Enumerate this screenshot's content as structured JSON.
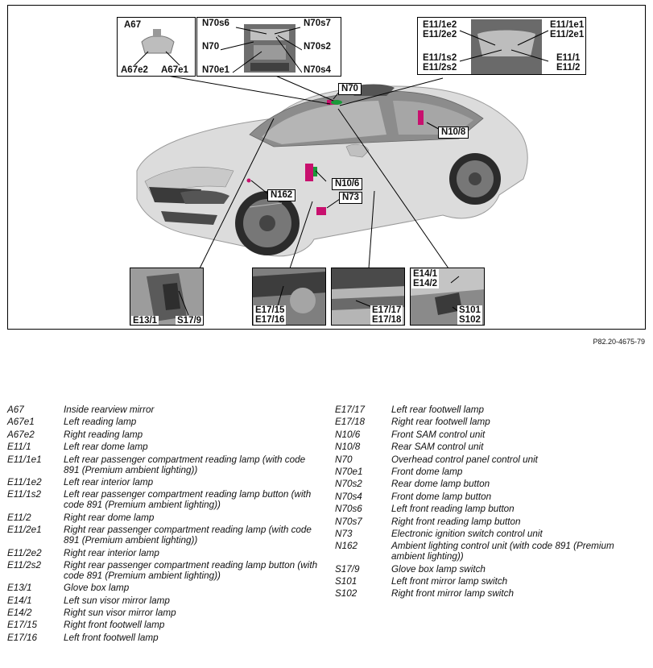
{
  "figure": {
    "reference": "P82.20-4675-79",
    "callouts": {
      "a67": "A67",
      "a67e2": "A67e2",
      "a67e1": "A67e1",
      "n70s6": "N70s6",
      "n70s7": "N70s7",
      "n70": "N70",
      "n70s2": "N70s2",
      "n70e1": "N70e1",
      "n70s4": "N70s4",
      "e11_1e2": "E11/1e2",
      "e11_2e2": "E11/2e2",
      "e11_1e1": "E11/1e1",
      "e11_2e1": "E11/2e1",
      "e11_1s2": "E11/1s2",
      "e11_2s2": "E11/2s2",
      "e11_1": "E11/1",
      "e11_2": "E11/2",
      "n70_car": "N70",
      "n10_8": "N10/8",
      "n10_6": "N10/6",
      "n162": "N162",
      "n73": "N73",
      "e13_1": "E13/1",
      "s17_9": "S17/9",
      "e17_15": "E17/15",
      "e17_16": "E17/16",
      "e17_17": "E17/17",
      "e17_18": "E17/18",
      "e14_1": "E14/1",
      "e14_2": "E14/2",
      "s101": "S101",
      "s102": "S102"
    },
    "colors": {
      "component": "#c8106e",
      "accent": "#1a9a3a",
      "car_body": "#d4d4d4"
    }
  },
  "legend": {
    "left": [
      {
        "code": "A67",
        "desc": "Inside rearview mirror"
      },
      {
        "code": "A67e1",
        "desc": "Left reading lamp"
      },
      {
        "code": "A67e2",
        "desc": "Right reading lamp"
      },
      {
        "code": "E11/1",
        "desc": "Left rear dome lamp"
      },
      {
        "code": "E11/1e1",
        "desc": "Left rear passenger compartment reading lamp (with code 891 (Premium ambient lighting))"
      },
      {
        "code": "E11/1e2",
        "desc": "Left rear interior lamp"
      },
      {
        "code": "E11/1s2",
        "desc": "Left rear passenger compartment reading lamp button (with code 891 (Premium ambient lighting))"
      },
      {
        "code": "E11/2",
        "desc": "Right rear dome lamp"
      },
      {
        "code": "E11/2e1",
        "desc": "Right rear passenger compartment reading lamp (with code 891 (Premium ambient lighting))"
      },
      {
        "code": "E11/2e2",
        "desc": "Right rear interior lamp"
      },
      {
        "code": "E11/2s2",
        "desc": "Right rear passenger compartment reading lamp button (with code 891 (Premium ambient lighting))"
      },
      {
        "code": "E13/1",
        "desc": "Glove box lamp"
      },
      {
        "code": "E14/1",
        "desc": "Left sun visor mirror lamp"
      },
      {
        "code": "E14/2",
        "desc": "Right sun visor mirror lamp"
      },
      {
        "code": "E17/15",
        "desc": "Right front footwell lamp"
      },
      {
        "code": "E17/16",
        "desc": "Left front footwell lamp"
      }
    ],
    "right": [
      {
        "code": "E17/17",
        "desc": "Left rear footwell lamp"
      },
      {
        "code": "E17/18",
        "desc": "Right rear footwell lamp"
      },
      {
        "code": "N10/6",
        "desc": "Front SAM control unit"
      },
      {
        "code": "N10/8",
        "desc": "Rear SAM control unit"
      },
      {
        "code": "N70",
        "desc": "Overhead control panel control unit"
      },
      {
        "code": "N70e1",
        "desc": "Front dome lamp"
      },
      {
        "code": "N70s2",
        "desc": "Rear dome lamp button"
      },
      {
        "code": "N70s4",
        "desc": "Front dome lamp button"
      },
      {
        "code": "N70s6",
        "desc": "Left front reading lamp button"
      },
      {
        "code": "N70s7",
        "desc": "Right front reading lamp button"
      },
      {
        "code": "N73",
        "desc": "Electronic ignition switch control unit"
      },
      {
        "code": "N162",
        "desc": "Ambient lighting control unit (with code 891 (Premium ambient lighting))"
      },
      {
        "code": "S17/9",
        "desc": "Glove box lamp switch"
      },
      {
        "code": "S101",
        "desc": "Left front mirror lamp switch"
      },
      {
        "code": "S102",
        "desc": "Right front mirror lamp switch"
      }
    ]
  }
}
